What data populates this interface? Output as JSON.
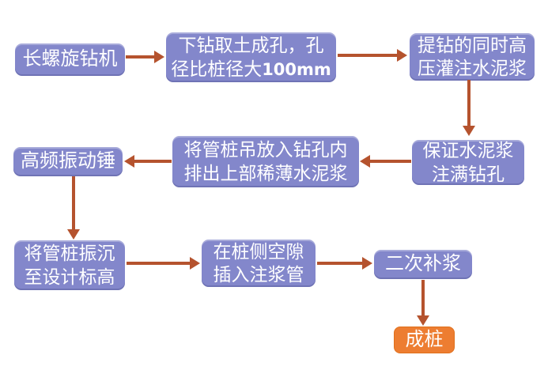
{
  "colors": {
    "canvas_bg": "#FFFFFF",
    "node_fill": "#8387CB",
    "node_text": "#FFFFFF",
    "arrow": "#B5532E",
    "final_fill": "#ED7D31",
    "final_border": "#E0701C"
  },
  "flowchart": {
    "nodes": {
      "auger": {
        "lines": [
          "长螺旋钻机"
        ]
      },
      "drill_hole": {
        "line1": "下钻取土成孔，孔",
        "line2_prefix": "径比桩径大",
        "line2_bold": "100mm"
      },
      "lift_grout": {
        "lines": [
          "提钻的同时高",
          "压灌注水泥浆"
        ]
      },
      "fill_hole": {
        "lines": [
          "保证水泥浆",
          "注满钻孔"
        ]
      },
      "insert_pile": {
        "lines": [
          "将管桩吊放入钻孔内",
          "排出上部稀薄水泥浆"
        ]
      },
      "vibration_hammer": {
        "lines": [
          "高频振动锤"
        ]
      },
      "sink_pile": {
        "lines": [
          "将管桩振沉",
          "至设计标高"
        ]
      },
      "grout_pipe": {
        "lines": [
          "在桩侧空隙",
          "插入注浆管"
        ]
      },
      "second_grouting": {
        "lines": [
          "二次补浆"
        ]
      },
      "pile_complete": {
        "lines": [
          "成桩"
        ]
      }
    }
  }
}
